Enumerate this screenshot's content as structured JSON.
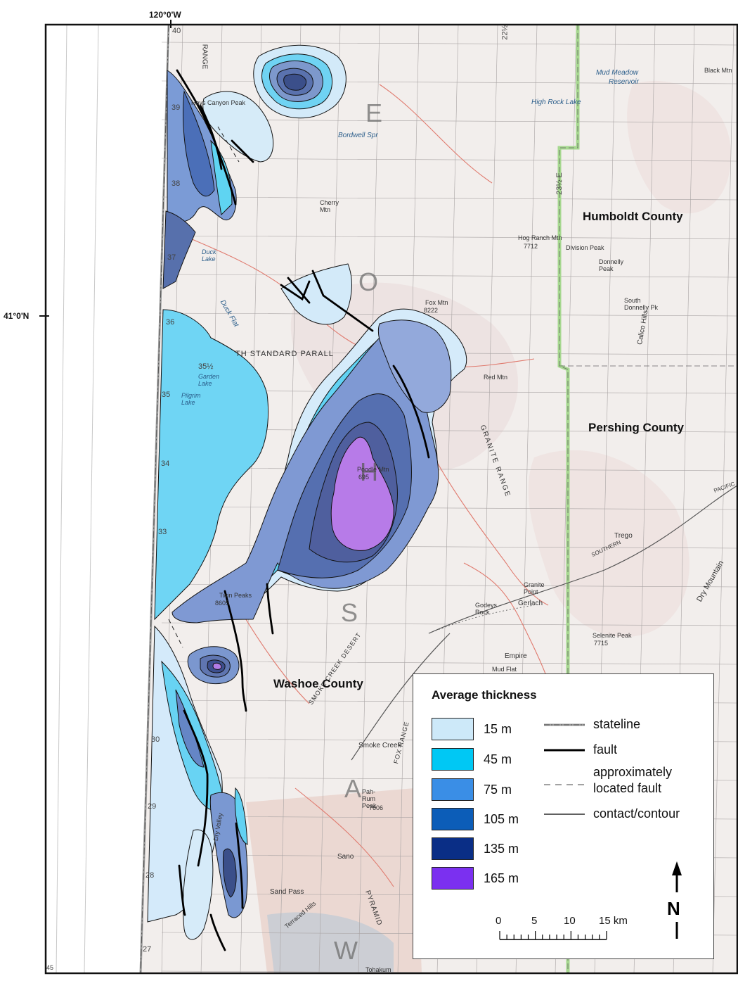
{
  "coordinates": {
    "longitude_label": "120°0'W",
    "latitude_label": "41°0'N"
  },
  "counties": {
    "humboldt": "Humboldt County",
    "pershing": "Pershing County",
    "washoe": "Washoe County"
  },
  "legend": {
    "title": "Average thickness",
    "classes": [
      {
        "label": "15 m",
        "color": "#cde9f9"
      },
      {
        "label": "45 m",
        "color": "#00c8f4"
      },
      {
        "label": "75 m",
        "color": "#3a8ee6"
      },
      {
        "label": "105 m",
        "color": "#0c5db8"
      },
      {
        "label": "135 m",
        "color": "#0a2e86"
      },
      {
        "label": "165 m",
        "color": "#7b30f0"
      }
    ],
    "lines": {
      "stateline": "stateline",
      "fault": "fault",
      "approx_fault_line1": "approximately",
      "approx_fault_line2": "located fault",
      "contact": "contact/contour"
    },
    "scale_bar": {
      "ticks": [
        "0",
        "5",
        "10",
        "15 km"
      ]
    },
    "north_arrow": "N"
  },
  "place_names": {
    "black_mtn": "Black Mtn",
    "mud_meadow": "Mud Meadow",
    "reservoir": "Reservoir",
    "high_rock_lake": "High Rock Lake",
    "bordwell_spr": "Bordwell Spr",
    "cherry_mtn": "Cherry Mtn",
    "hog_ranch_mtn": "Hog Ranch Mtn",
    "hog_ranch_elev": "7712",
    "division_peak": "Division Peak",
    "donnelly_peak": "Donnelly Peak",
    "south_donnelly": "South Donnelly Pk",
    "fox_mtn": "Fox Mtn",
    "fox_mtn_elev": "8222",
    "red_mtn": "Red Mtn",
    "duck_lake": "Duck Lake",
    "duck_flat": "Duck Flat",
    "garden_lake": "Garden Lake",
    "pilgrim_lake": "Pilgrim Lake",
    "poodle_mtn": "Poodle Mtn",
    "poodle_elev": "695",
    "standard_parallel": "TH STANDARD PARALL",
    "trego": "Trego",
    "southern": "SOUTHERN",
    "pacific": "PACIFIC",
    "dry_mountain": "Dry Mountain",
    "granite_point": "Granite Point",
    "gerlach": "Gerlach",
    "godeys_rock": "Godeys Rock",
    "twin_peaks": "Twin Peaks",
    "twin_peaks_elev": "8605",
    "empire": "Empire",
    "mud_flat": "Mud Flat",
    "selenite_peak": "Selenite Peak",
    "selenite_elev": "7715",
    "smoke_creek": "Smoke Creek",
    "smoke_creek_desert": "SMOKE CREEK DESERT",
    "pah_rum_peak": "Pah-Rum Peak",
    "pah_rum_elev": "7606",
    "sano": "Sano",
    "sand_pass": "Sand Pass",
    "terraced_hills": "Terraced Hills",
    "pyramid": "PYRAMID",
    "tohakum": "Tohakum",
    "dry_valley": "Dry Valley",
    "calico_hills": "Calico Hills",
    "range": "RANGE",
    "granite_range": "GRANITE RANGE",
    "fox_range": "FOX RANGE",
    "hays_canyon_peak": "Hays Canyon Peak"
  },
  "grid_numbers": [
    "40",
    "39",
    "38",
    "37",
    "36",
    "35½",
    "35",
    "34",
    "33",
    "30",
    "29",
    "28",
    "27",
    "22½",
    "23½ E",
    "45"
  ],
  "background_letters": [
    "E",
    "O",
    "H",
    "S",
    "A",
    "W"
  ]
}
